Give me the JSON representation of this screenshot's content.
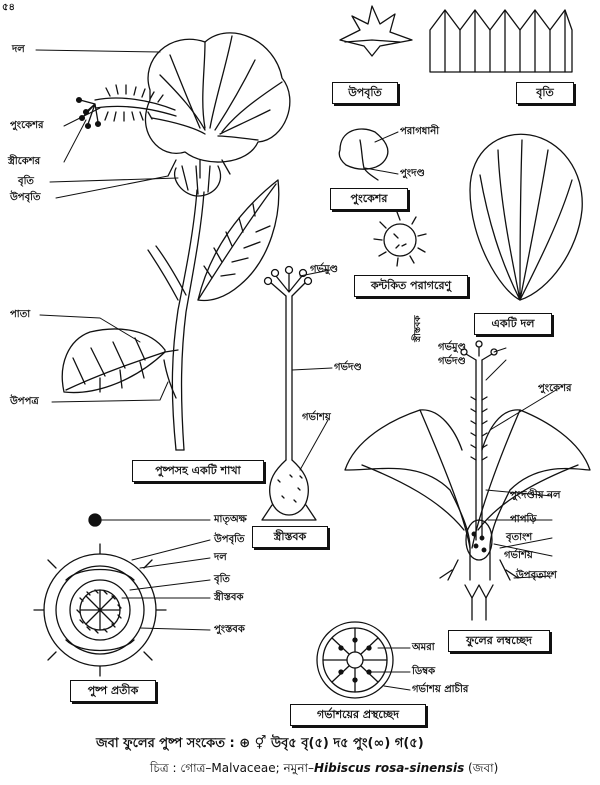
{
  "page_number": "৫৪",
  "labels": {
    "dol": "দল",
    "punkeshor": "পুংকেশর",
    "strikeshor": "স্ত্রীকেশর",
    "britir": "বৃতি",
    "upabriti": "উপবৃতি",
    "pata": "পাতা",
    "upapatra": "উপপত্র",
    "paragdhani": "পরাগধানী",
    "pudanda": "পুংদণ্ড",
    "garbhamundo": "গর্ভমুণ্ড",
    "garbhadanda": "গর্ভদণ্ড",
    "garbhashay": "গর্ভাশয়",
    "pudandiyo_nol": "পুংদণ্ডীয় নল",
    "papri": "পাপড়ি",
    "britangsho": "বৃতাংশ",
    "upabritangsho": "উপবৃতাংশ",
    "matriakkho": "মাতৃঅক্ষ",
    "strisbabak": "স্ত্রীস্তবক",
    "punstabak": "পুংস্তবক",
    "amara": "অমরা",
    "dimbak": "ডিম্বক",
    "garbhashay_prachir": "গর্ভাশয় প্রাচীর",
    "stigma_cap": "গর্ভমুণ্ড",
    "style_cap": "গর্ভদণ্ড",
    "gynoecium_group": "স্ত্রীস্তবক"
  },
  "boxes": {
    "epicalyx": "উপবৃতি",
    "calyx": "বৃতি",
    "stamen": "পুংকেশর",
    "pollen": "কন্টকিত পরাগরেণু",
    "petal": "একটি দল",
    "branch": "পুষ্পসহ একটি শাখা",
    "gynoecium": "স্ত্রীস্তবক",
    "ls": "ফুলের লম্বচ্ছেদ",
    "diagram": "পুষ্প প্রতীক",
    "ts": "গর্ভাশয়ের প্রস্থচ্ছেদ"
  },
  "formula": {
    "prefix": "জবা ফুলের পুষ্প সংকেত :",
    "body": "⊕ ⚥ উবৃ৫ বৃ(৫) দ৫ পুং(∞) গ(৫)"
  },
  "caption": {
    "prefix": "চিত্র : গোত্র–Malvaceae; নমুনা–",
    "species": "Hibiscus rosa-sinensis",
    "suffix": " (জবা)"
  }
}
